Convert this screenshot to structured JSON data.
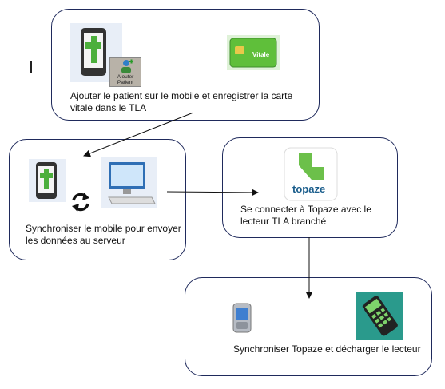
{
  "steps": [
    {
      "label": "Ajouter le patient sur le mobile et enregistrer la carte vitale dans le TLA",
      "button_text": "Ajouter Patient",
      "card_text": "Vitale"
    },
    {
      "label": "Synchroniser le mobile pour envoyer les données au serveur"
    },
    {
      "label": "Se connecter à Topaze avec le lecteur TLA branché",
      "logo_text": "topaze"
    },
    {
      "label": "Synchroniser Topaze et décharger le lecteur"
    }
  ],
  "colors": {
    "border": "#1f2a5c",
    "green": "#4caf3c",
    "arrow": "#111111"
  }
}
